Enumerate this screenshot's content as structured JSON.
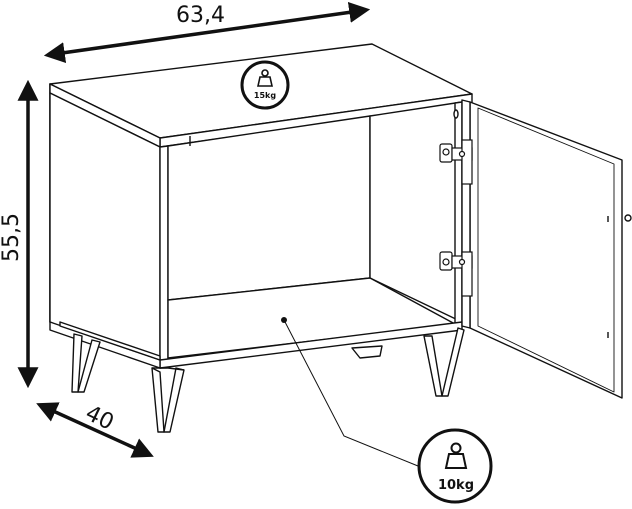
{
  "dimensions": {
    "width": "63,4",
    "height": "55,5",
    "depth": "40"
  },
  "load_ratings": {
    "top": "15kg",
    "shelf": "10kg"
  },
  "icons": {
    "weight": "weight-icon"
  },
  "colors": {
    "line": "#111111",
    "background": "#ffffff"
  }
}
